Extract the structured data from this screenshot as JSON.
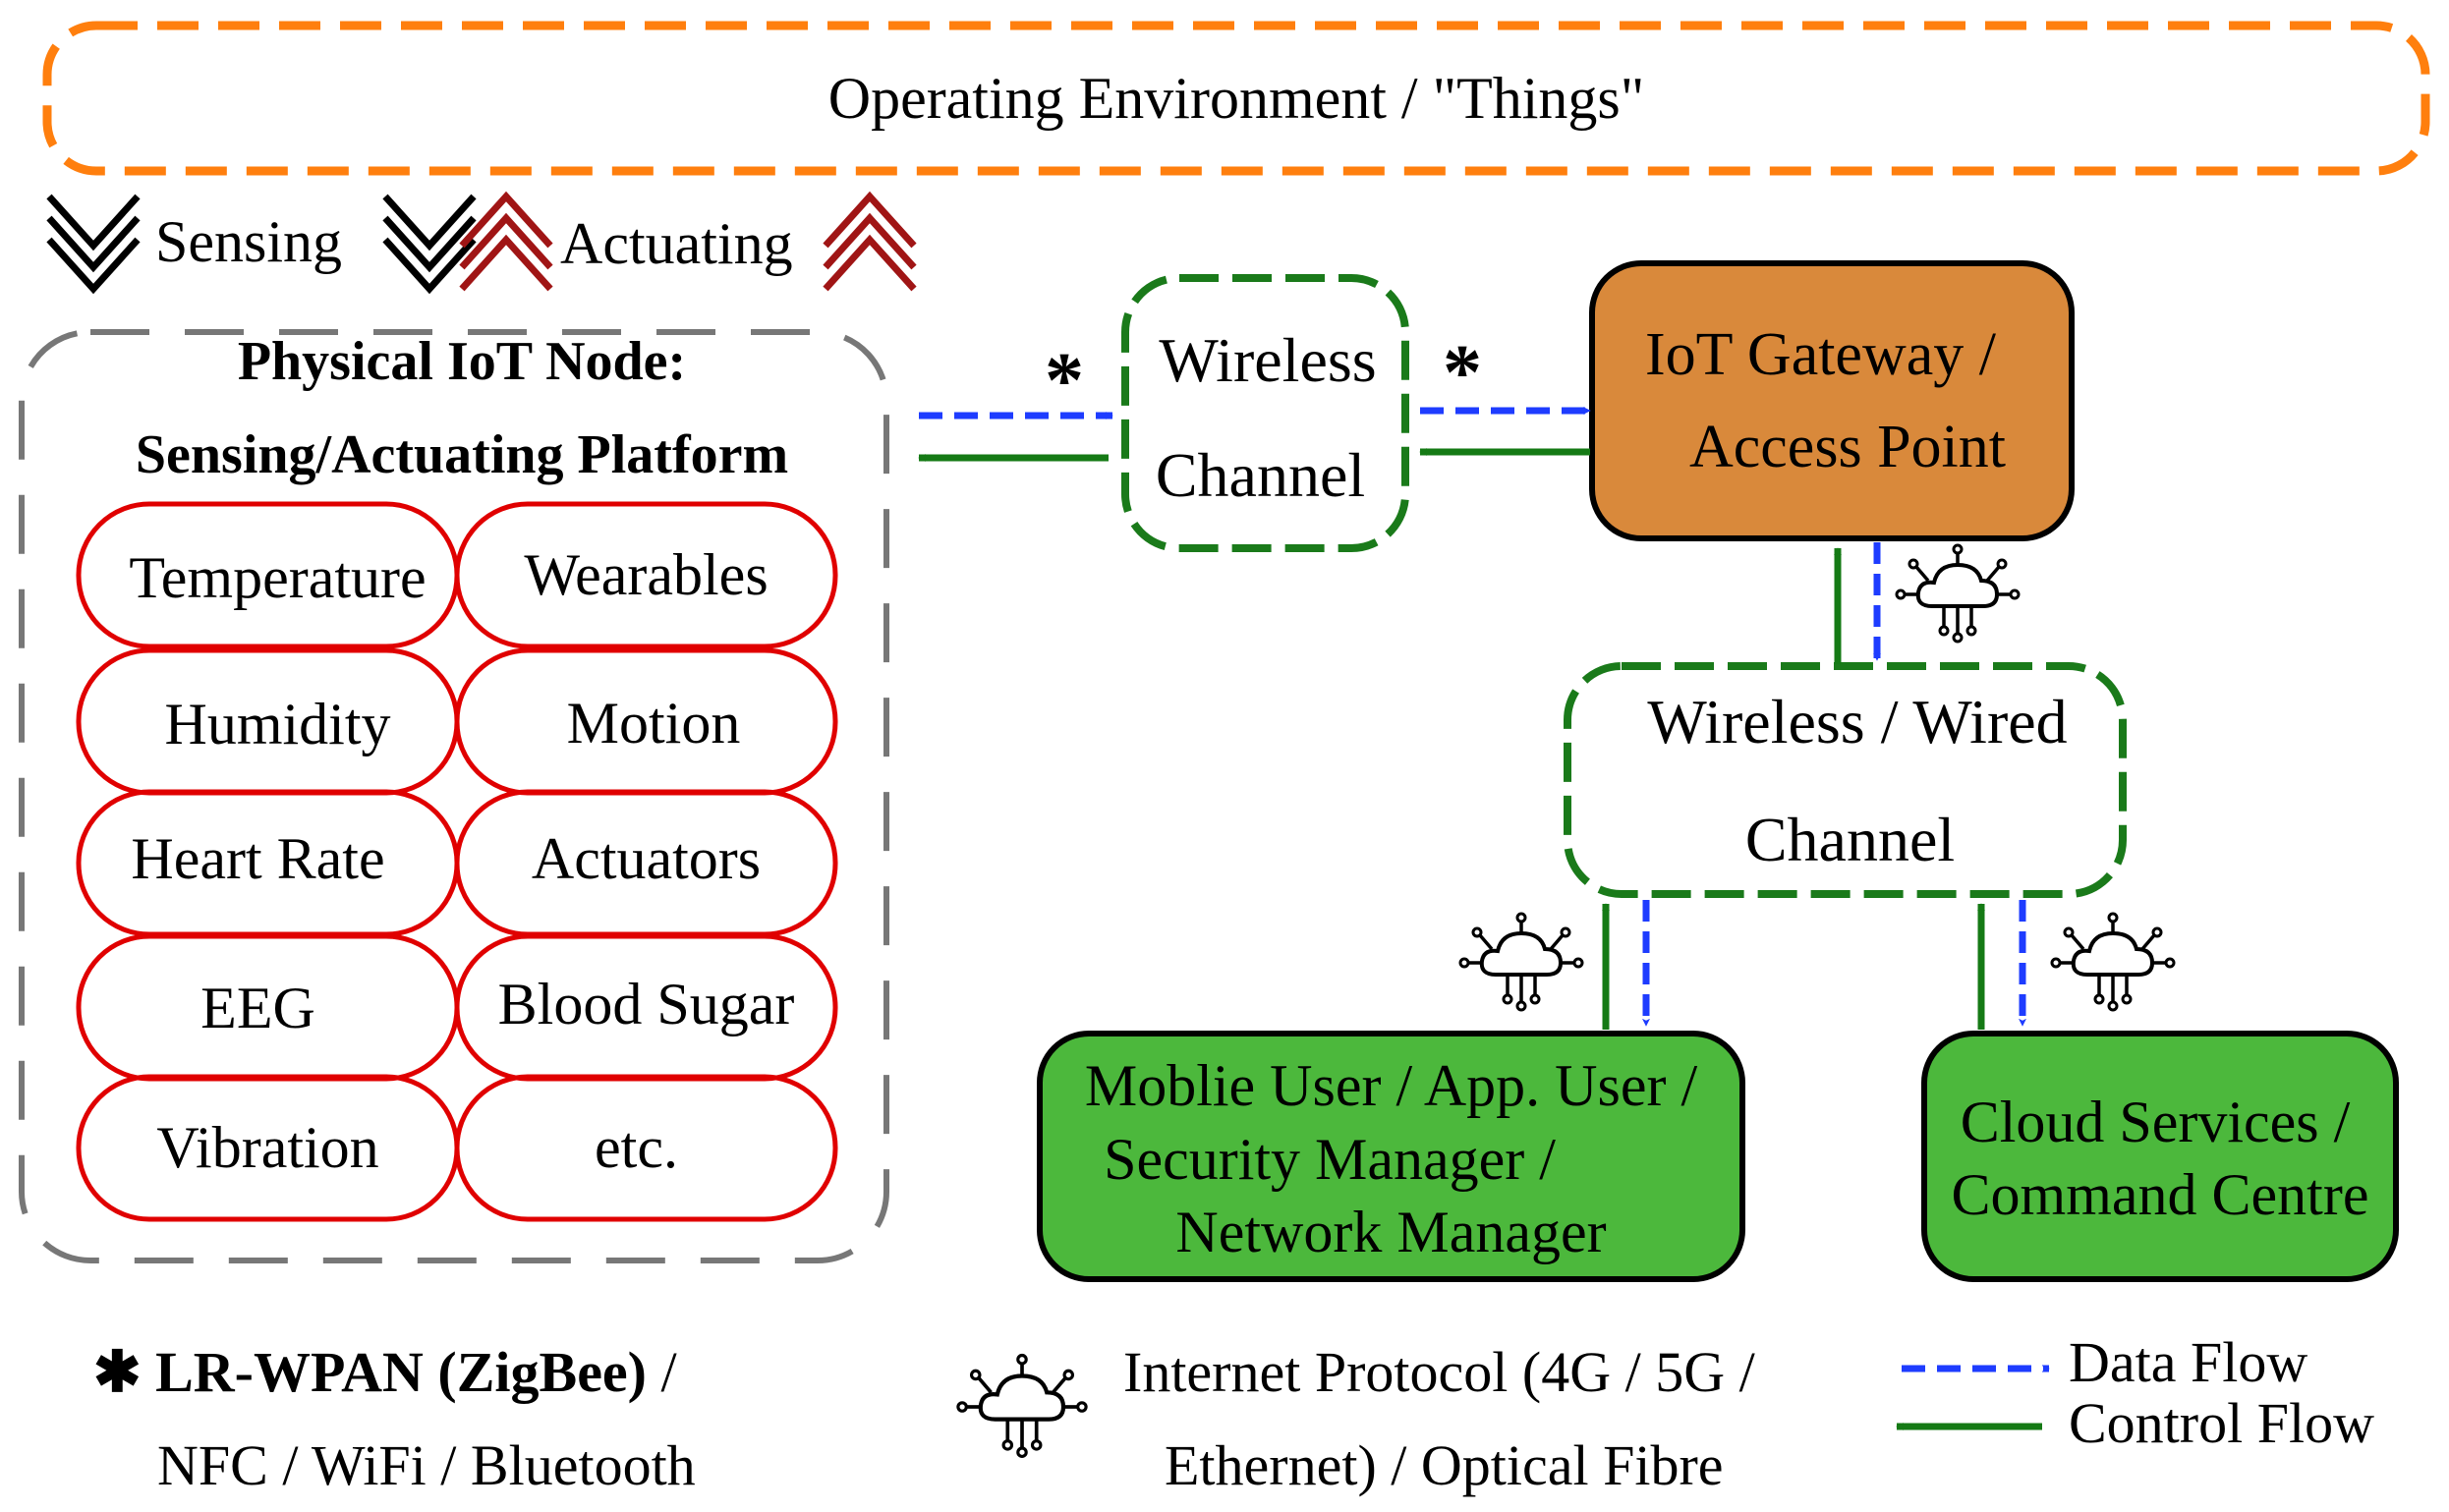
{
  "environment": {
    "title": "Operating Environment /  \"Things\""
  },
  "legend_top": {
    "sensing": "Sensing",
    "actuating": "Actuating"
  },
  "node": {
    "title_line1": "Physical IoT Node:",
    "title_line2": "Sensing/Actuating Platform",
    "sensors": [
      "Temperature",
      "Wearables",
      "Humidity",
      "Motion",
      "Heart Rate",
      "Actuators",
      "EEG",
      "Blood Sugar",
      "Vibration",
      "etc."
    ]
  },
  "wireless_channel": {
    "line1": "Wireless",
    "line2": "Channel"
  },
  "gateway": {
    "line1": "IoT Gateway /",
    "line2": "Access Point"
  },
  "wired_channel": {
    "line1": "Wireless / Wired",
    "line2": "Channel"
  },
  "users": {
    "line1": "Moblie User / App. User /",
    "line2": "Security Manager /",
    "line3": "Network Manager"
  },
  "cloud": {
    "line1": "Cloud Services /",
    "line2": "Command Centre"
  },
  "footer": {
    "asterisk": "✱",
    "wpan_bold": "LR-WPAN (ZigBee)",
    "wpan_rest": " /",
    "wpan_line2": "NFC / WiFi / Bluetooth",
    "ip_line1": "Internet Protocol (4G / 5G /",
    "ip_line2": "Ethernet) / Optical Fibre",
    "data_flow": "Data Flow",
    "control_flow": "Control Flow"
  },
  "markers": {
    "asterisk": "*"
  },
  "colors": {
    "environment_border": "#ff7f0e",
    "node_border": "#777777",
    "sensor_border": "#e00000",
    "channel_border": "#1a7a1a",
    "gateway_fill": "#d9893b",
    "user_fill": "#4cb83c",
    "data_flow": "#1e3cff",
    "control_flow": "#157a15",
    "actuating": "#a01515"
  },
  "icons": [
    "chevron-down-icon",
    "chevron-up-icon",
    "iot-cloud-icon"
  ]
}
